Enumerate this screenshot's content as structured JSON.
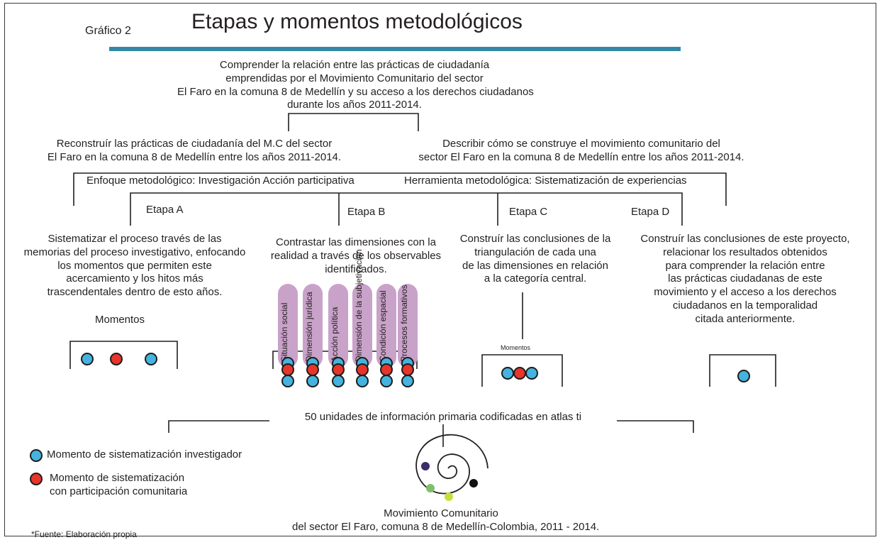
{
  "figure_label": "Gráfico 2",
  "title": "Etapas y momentos metodológicos",
  "general_objective": [
    "Comprender la relación entre las prácticas de ciudadanía",
    "emprendidas por el Movimiento Comunitario del sector",
    "El Faro en la comuna 8 de Medellín y  su acceso a los derechos ciudadanos",
    "durante los años 2011-2014."
  ],
  "specific_objectives": {
    "left": [
      "Reconstruír las prácticas de ciudadanía  del M.C del sector",
      "El Faro en la comuna 8 de Medellín entre los años 2011-2014."
    ],
    "right": [
      "Describir cómo se construye el movimiento comunitario del",
      "sector El Faro en la comuna 8 de Medellín entre los años 2011-2014."
    ]
  },
  "approach": "Enfoque metodológico: Investigación Acción participativa",
  "tool": "Herramienta metodológica: Sistematización de experiencias",
  "stages": [
    {
      "label": "Etapa A",
      "text": [
        "Sistematizar el proceso  través de las",
        "memorias del proceso investigativo, enfocando",
        "los momentos que permiten este",
        "acercamiento y los hitos más",
        "trascendentales dentro de esto  años."
      ],
      "moments_label": "Momentos"
    },
    {
      "label": "Etapa B",
      "text": [
        "Contrastar las dimensiones con la",
        "realidad  a través de los observables",
        "identificados."
      ],
      "dimensions": [
        "Situación social",
        "Dimensión jurídica",
        "Acción política",
        "Dimensión de la subjetivación",
        "Condición espacial",
        "Procesos formativos"
      ]
    },
    {
      "label": "Etapa C",
      "text": [
        "Construír las conclusiones de la",
        "triangulación de cada una",
        "de las dimensiones en relación",
        "a la categoría  central."
      ],
      "moments_label": "Momentos"
    },
    {
      "label": "Etapa D",
      "text": [
        "Construír las conclusiones de este proyecto,",
        "relacionar  los resultados obtenidos",
        "para comprender la relación entre",
        "las prácticas ciudadanas de este",
        "movimiento y el acceso a los derechos",
        "ciudadanos en la temporalidad",
        "citada anteriormente."
      ]
    }
  ],
  "units": "50 unidades de información primaria codificadas en atlas ti",
  "legend": {
    "blue": "Momento de sistematización investigador",
    "red": [
      "Momento de sistematización",
      "con participación comunitaria"
    ]
  },
  "footer": [
    "Movimiento Comunitario",
    "del sector El Faro, comuna 8 de Medellín-Colombia, 2011 - 2014."
  ],
  "source": "*Fuente: Elaboración propia",
  "colors": {
    "bar": "#3288a8",
    "blue": "#44b3e0",
    "red": "#e8342b",
    "dimension_fill": "#c9a2c9"
  }
}
